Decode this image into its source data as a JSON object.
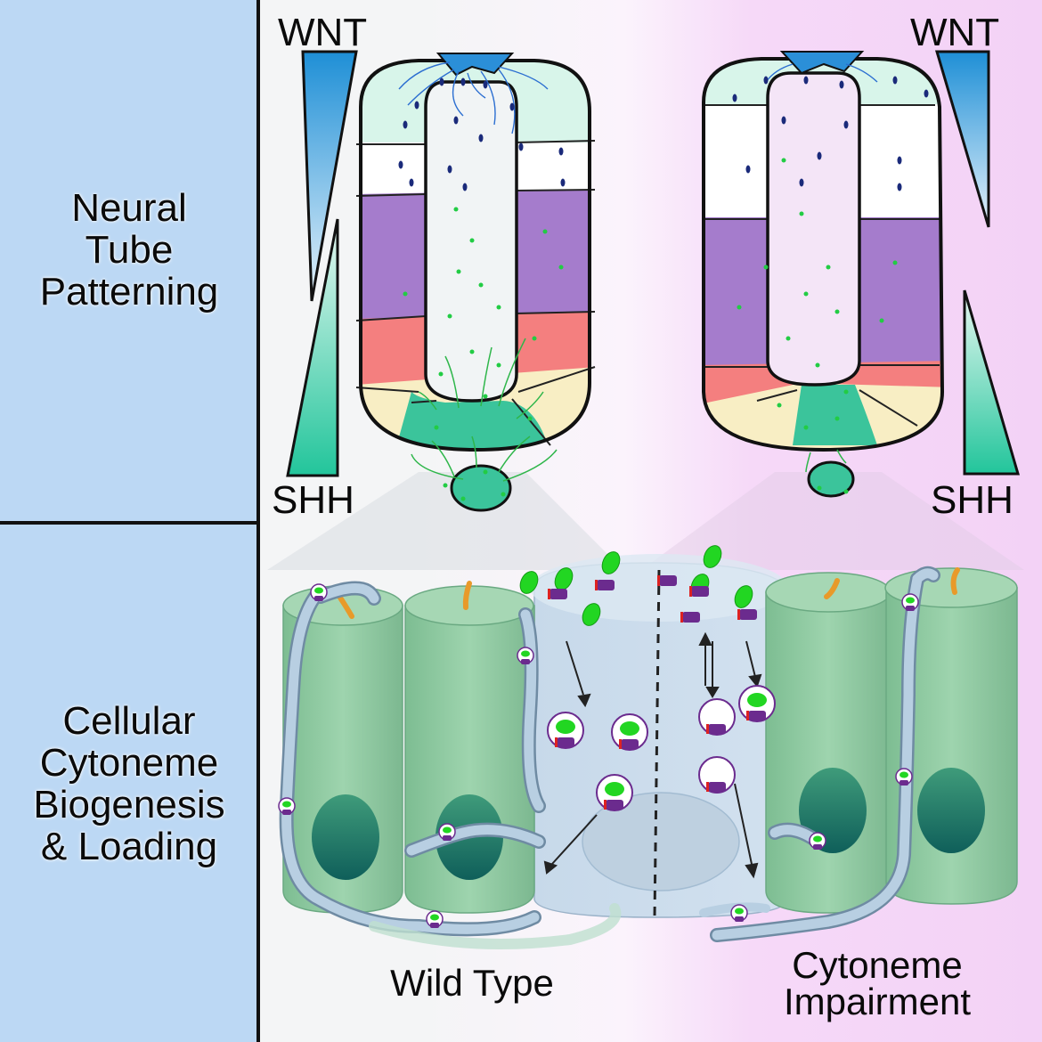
{
  "sidebar": {
    "section_1_label": "Neural\nTube\nPatterning",
    "section_2_label": "Cellular\nCytoneme\nBiogenesis\n& Loading"
  },
  "gradients": {
    "left_top": "WNT",
    "left_bottom": "SHH",
    "right_top": "WNT",
    "right_bottom": "SHH"
  },
  "conditions": {
    "left": "Wild Type",
    "right": "Cytoneme\nImpairment"
  },
  "icons": [
    "wnt-gradient-wedge-icon",
    "shh-gradient-wedge-icon",
    "neural-tube-icon",
    "notochord-icon",
    "epithelial-cell-icon",
    "vesicle-icon",
    "cytoneme-icon",
    "cilium-icon"
  ],
  "colors": {
    "sidebar_bg": "#bcd8f4",
    "wild_type_bg": "#f3f5f7",
    "impairment_bg": "#f4d6f6",
    "wnt_blue": "#1e8fd6",
    "shh_teal": "#2ec79f",
    "dorsal_mint": "#d8f5ea",
    "purple_domain": "#a57ccc",
    "salmon_domain": "#f47f7f",
    "cream_domain": "#f8eec4",
    "floor_plate": "#3bc49b",
    "cell_green": "#8cc79e",
    "cytoneme_blue": "#b6cfe2",
    "ligand_green": "#22d622"
  }
}
